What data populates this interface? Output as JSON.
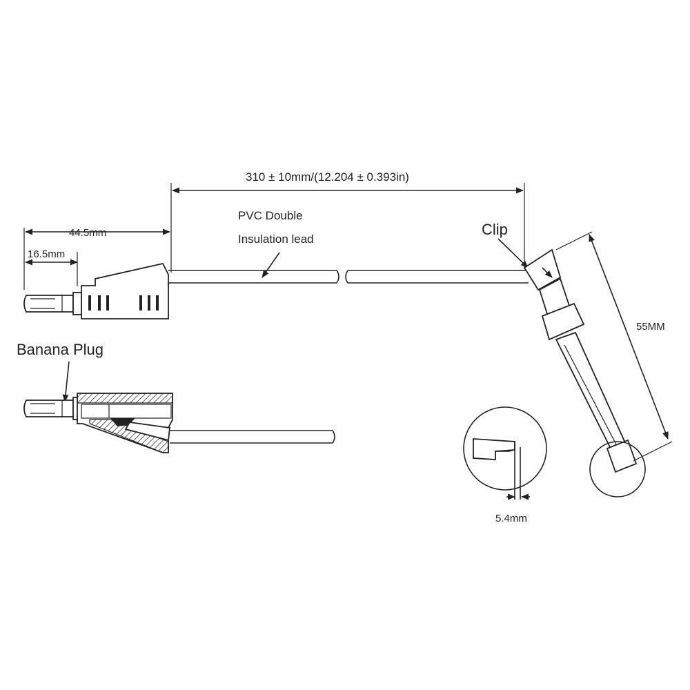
{
  "labels": {
    "overall_length": "310 ± 10mm/(12.204 ± 0.393in)",
    "plug_length": "44.5mm",
    "pin_length": "16.5mm",
    "lead_line1": "PVC Double",
    "lead_line2": "Insulation lead",
    "clip": "Clip",
    "clip_length": "55MM",
    "banana_plug": "Banana Plug",
    "hook_opening": "5.4mm"
  }
}
